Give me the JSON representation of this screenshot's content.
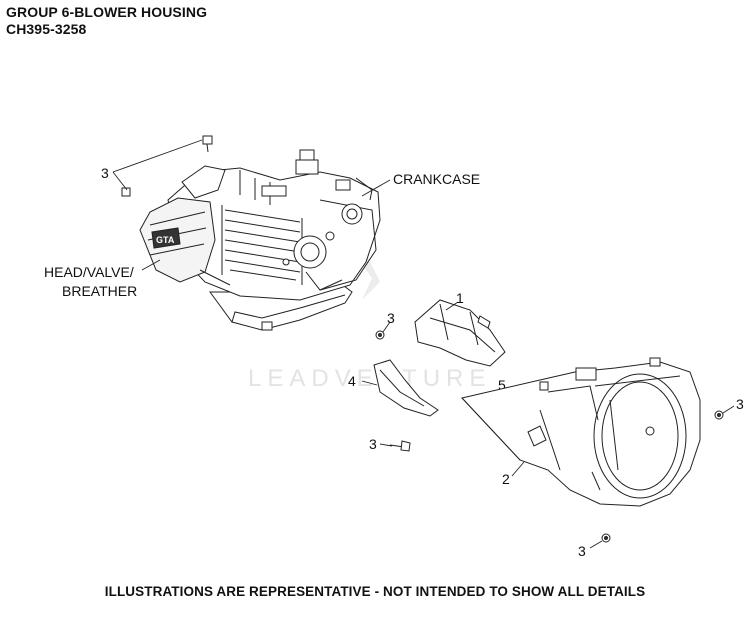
{
  "header": {
    "title": "GROUP 6-BLOWER HOUSING",
    "model": "CH395-3258"
  },
  "labels": {
    "crankcase": "CRANKCASE",
    "head_line1": "HEAD/VALVE/",
    "head_line2": "BREATHER"
  },
  "callouts": {
    "screw_top": "3",
    "heat_shield": "1",
    "screw_mid": "3",
    "baffle": "4",
    "screw_left": "3",
    "baffle_small": "5",
    "blower_housing": "2",
    "screw_right": "3",
    "screw_bottom": "3"
  },
  "watermark": "LEADVENTURE",
  "footer": "ILLUSTRATIONS ARE REPRESENTATIVE - NOT INTENDED TO SHOW ALL DETAILS"
}
